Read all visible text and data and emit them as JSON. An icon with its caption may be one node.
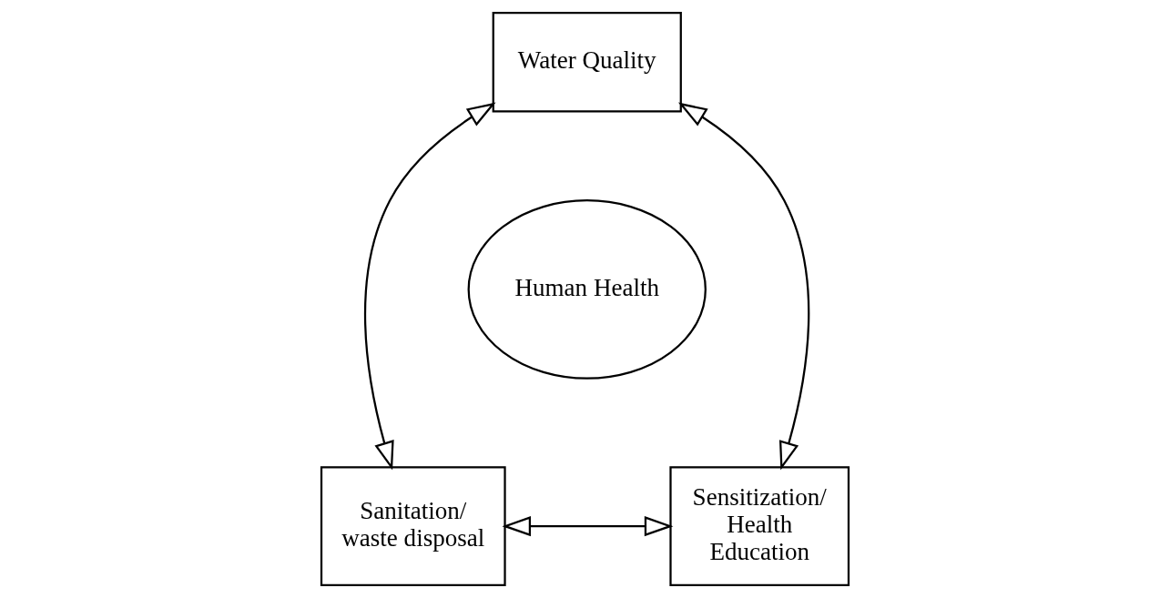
{
  "diagram": {
    "nodes": [
      {
        "text": [
          "Water Quality"
        ]
      },
      {
        "text": [
          "Human Health"
        ]
      },
      {
        "text": [
          "Sanitation/ waste disposal"
        ]
      },
      {
        "text": [
          "Sensitization/ Health Education"
        ]
      }
    ],
    "edges": [
      {
        "from": 0,
        "to": 2,
        "arrow": "both"
      },
      {
        "from": 0,
        "to": 3,
        "arrow": "both"
      },
      {
        "from": 2,
        "to": 3,
        "arrow": "both"
      }
    ]
  }
}
